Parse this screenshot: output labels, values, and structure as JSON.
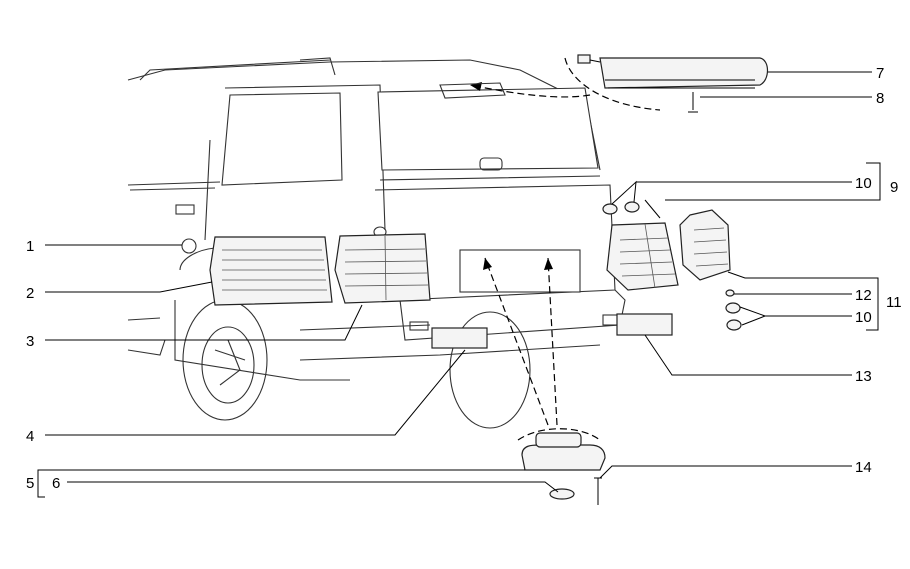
{
  "callouts": {
    "c1": "1",
    "c2": "2",
    "c3": "3",
    "c4": "4",
    "c5": "5",
    "c6": "6",
    "c7": "7",
    "c8": "8",
    "c9": "9",
    "c10a": "10",
    "c11": "11",
    "c12": "12",
    "c10b": "10",
    "c13": "13",
    "c14": "14"
  }
}
